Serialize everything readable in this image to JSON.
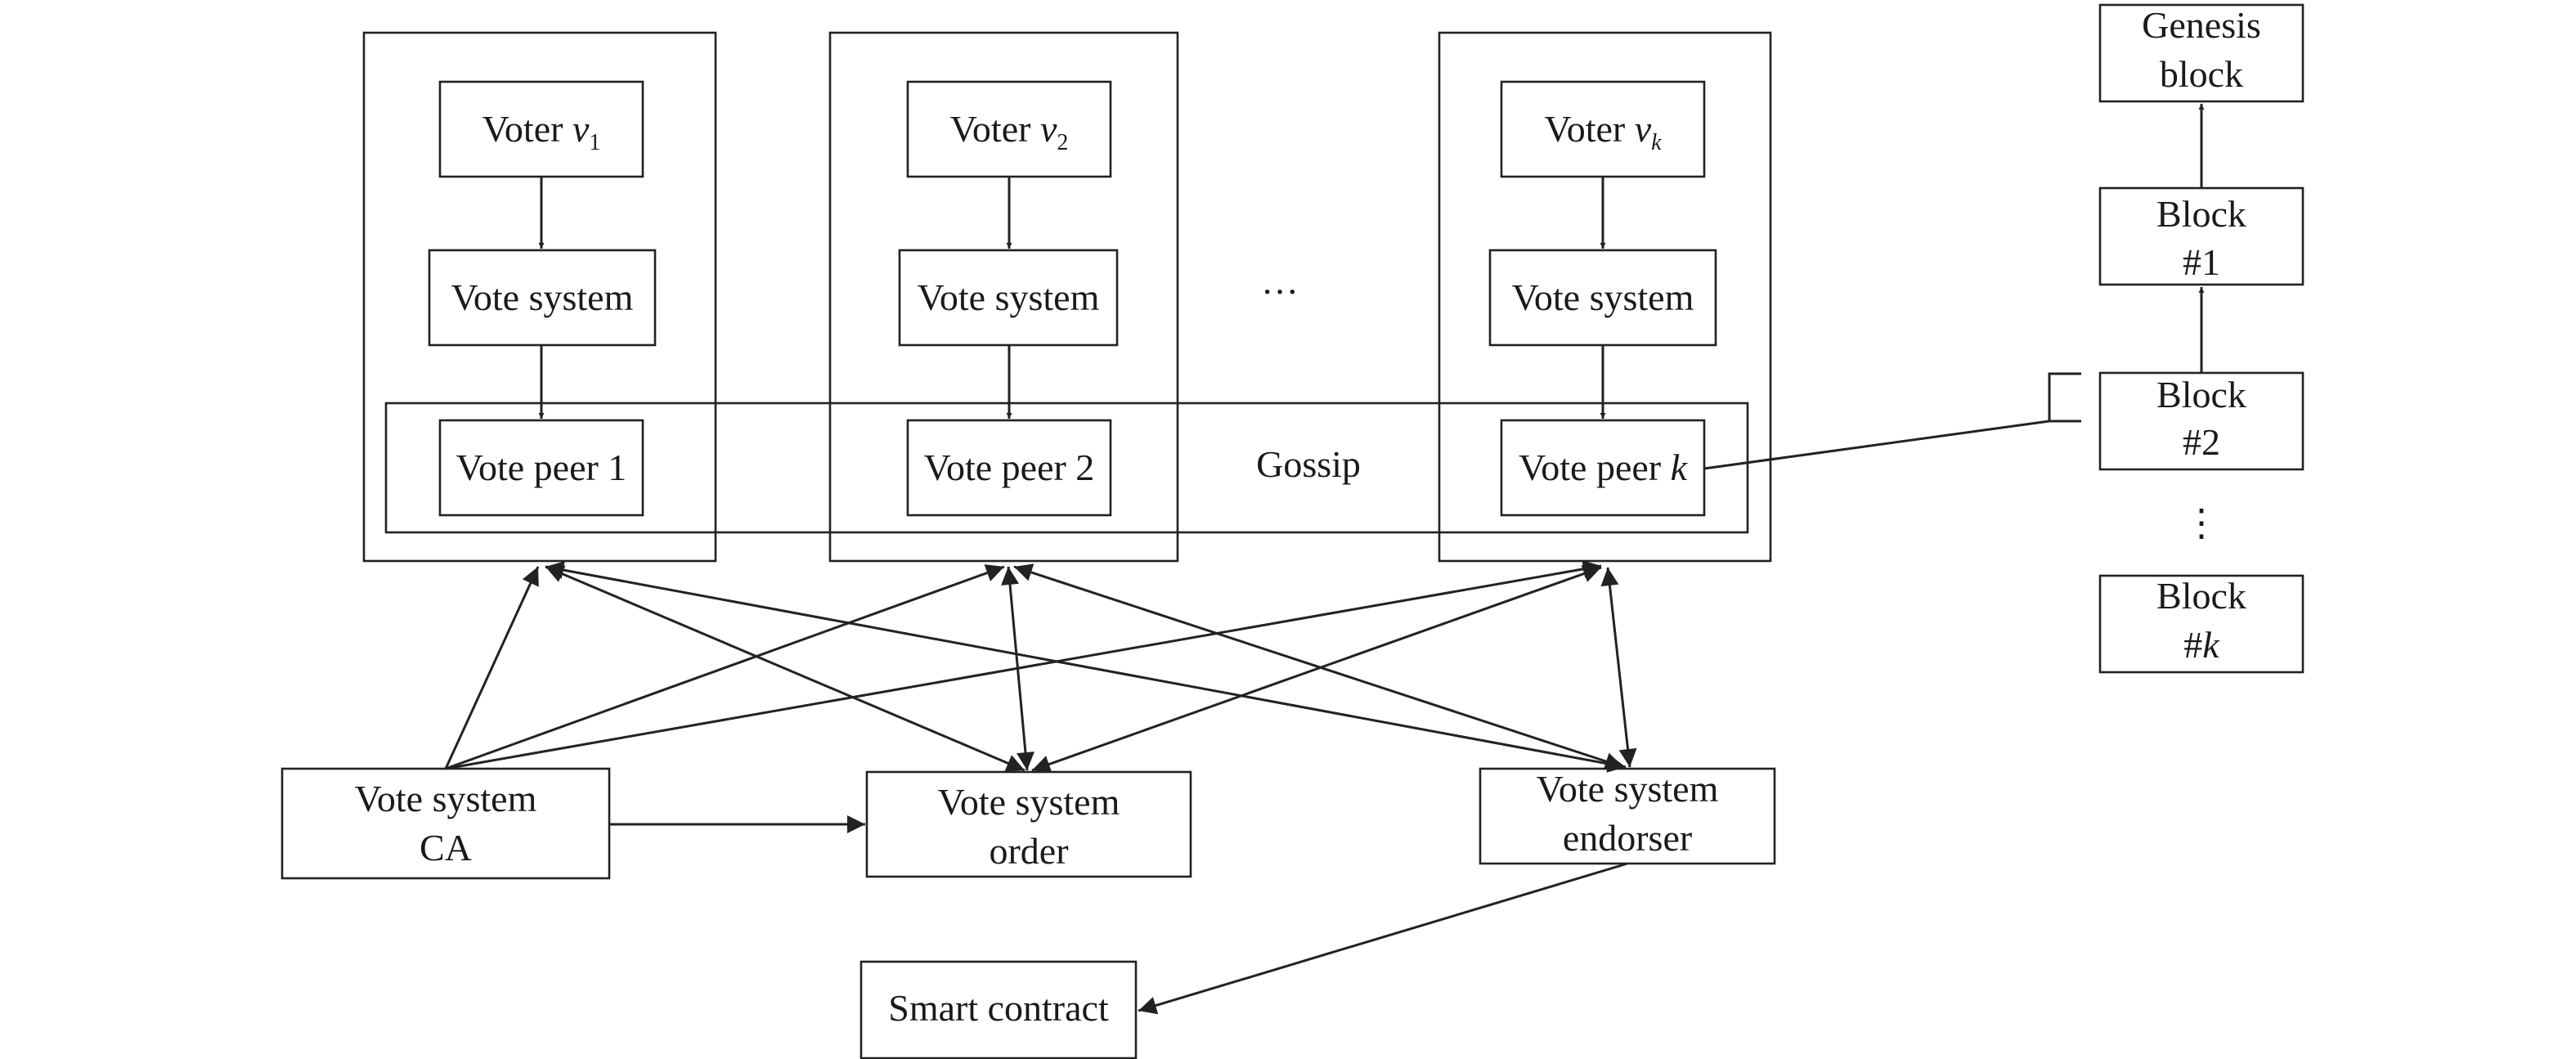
{
  "voters": [
    {
      "label": "Voter ",
      "sub": "v",
      "index": "1",
      "system": "Vote system",
      "peer": "Vote peer 1"
    },
    {
      "label": "Voter ",
      "sub": "v",
      "index": "2",
      "system": "Vote system",
      "peer": "Vote peer 2"
    },
    {
      "label": "Voter ",
      "sub": "v",
      "index": "k",
      "system": "Vote system",
      "peer": "Vote peer "
    }
  ],
  "peer_k_var": "k",
  "ellipsis": "···",
  "gossip": "Gossip",
  "blocks": {
    "genesis": [
      "Genesis",
      "block"
    ],
    "block1": [
      "Block",
      "#1"
    ],
    "block2": [
      "Block",
      "#2"
    ],
    "vdots": "⋮",
    "blockk_line1": "Block",
    "blockk_hash": "#",
    "blockk_var": "k"
  },
  "bottom": {
    "ca": [
      "Vote system",
      "CA"
    ],
    "order": [
      "Vote system",
      "order"
    ],
    "endorser": [
      "Vote system",
      "endorser"
    ],
    "contract": "Smart contract"
  }
}
